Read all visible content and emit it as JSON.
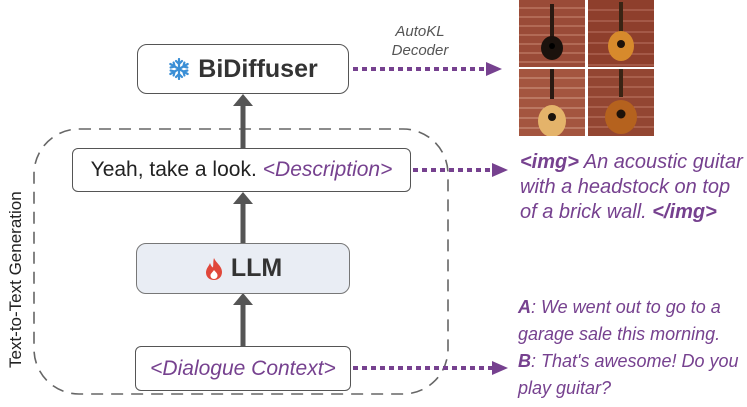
{
  "boxes": {
    "bidiffuser": "BiDiffuser",
    "llm": "LLM",
    "response_text": "Yeah, take a look.",
    "response_tag": "<Description>",
    "context": "<Dialogue Context>"
  },
  "group_label": "Text-to-Text Generation",
  "decoder_label": {
    "line1": "AutoKL",
    "line2": "Decoder"
  },
  "description": {
    "open_tag": "<img>",
    "text": "An acoustic guitar with a headstock on top of a brick wall.",
    "close_tag": "</img>"
  },
  "dialogue": {
    "a_speaker": "A",
    "a_text": ": We went out to go to a garage sale this morning.",
    "b_speaker": "B",
    "b_text": ": That's awesome! Do you play guitar?"
  },
  "icons": {
    "bidiffuser": "snowflake-icon",
    "llm": "flame-icon"
  },
  "colors": {
    "accent": "#76418f",
    "arrow": "#555555",
    "llm_fill": "#e9edf4",
    "snowflake": "#3b8fd6",
    "flame": "#e0473a"
  }
}
